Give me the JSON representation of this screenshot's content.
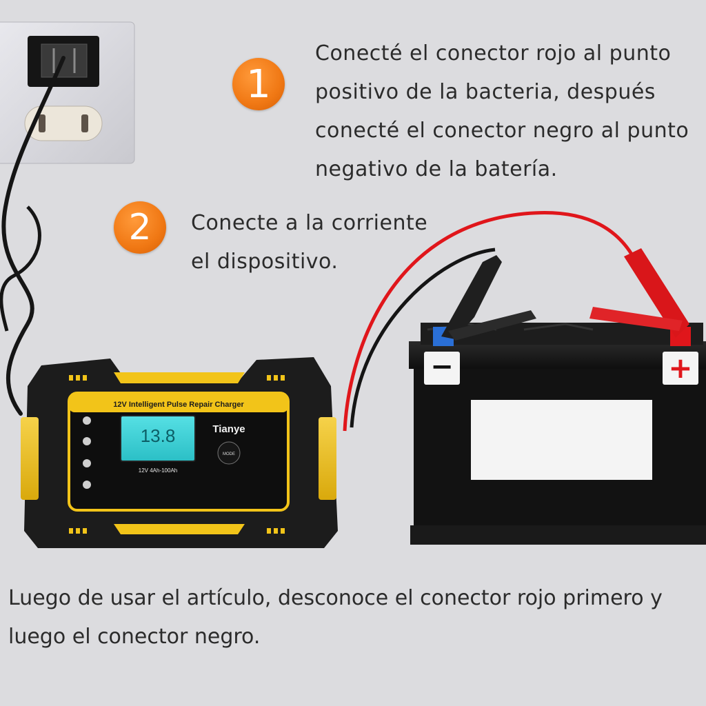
{
  "steps": [
    {
      "number": "1",
      "text": " Conecté el conector rojo al punto positivo de la bacteria, después conecté el conector negro al punto negativo de la batería."
    },
    {
      "number": "2",
      "text": "Conecte a la corriente el dispositivo."
    }
  ],
  "footer": {
    "text": "Luego de usar el artículo, desconoce el conector rojo primero y luego el conector negro."
  },
  "charger": {
    "header": "12V Intelligent Pulse Repair Charger",
    "brand": "Tianye",
    "display_value": "13.8",
    "spec": "12V 4Ah-100Ah",
    "mode_button": "MODE"
  },
  "battery": {
    "negative_symbol": "−",
    "positive_symbol": "+"
  },
  "colors": {
    "background": "#dcdcdf",
    "badge_orange": "#f07814",
    "charger_yellow": "#f2c419",
    "charger_body": "#1c1c1c",
    "lcd_cyan": "#3fd3d8",
    "red_cable": "#e0161b",
    "black_cable": "#151515",
    "positive_terminal": "#e0161b",
    "negative_terminal": "#2a6fd6"
  },
  "icons": [
    "wall-outlet-icon",
    "step-badge-icon",
    "battery-icon",
    "charger-icon"
  ]
}
